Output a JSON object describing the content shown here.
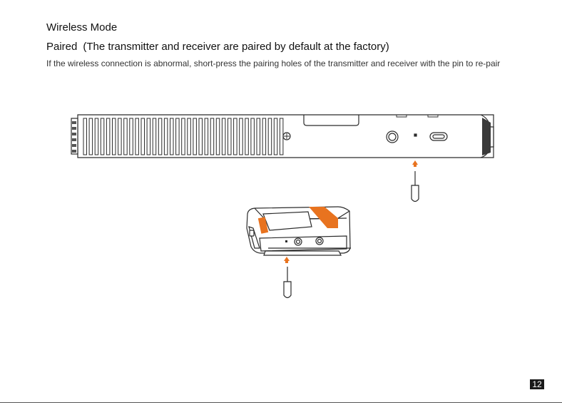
{
  "heading": "Wireless Mode",
  "status": {
    "label": "Paired",
    "note": "(The transmitter and receiver are paired by default at the factory)"
  },
  "instruction": "If the wireless connection is abnormal, short-press the pairing holes of the transmitter and receiver with the pin to re-pair",
  "page_number": "12",
  "colors": {
    "accent": "#e8731f",
    "outline": "#2b2b2b",
    "page_badge": "#1a1a1a"
  },
  "icons": [
    "receiver-device-illustration",
    "transmitter-device-illustration",
    "pin-tool-icon",
    "arrow-up-icon"
  ]
}
